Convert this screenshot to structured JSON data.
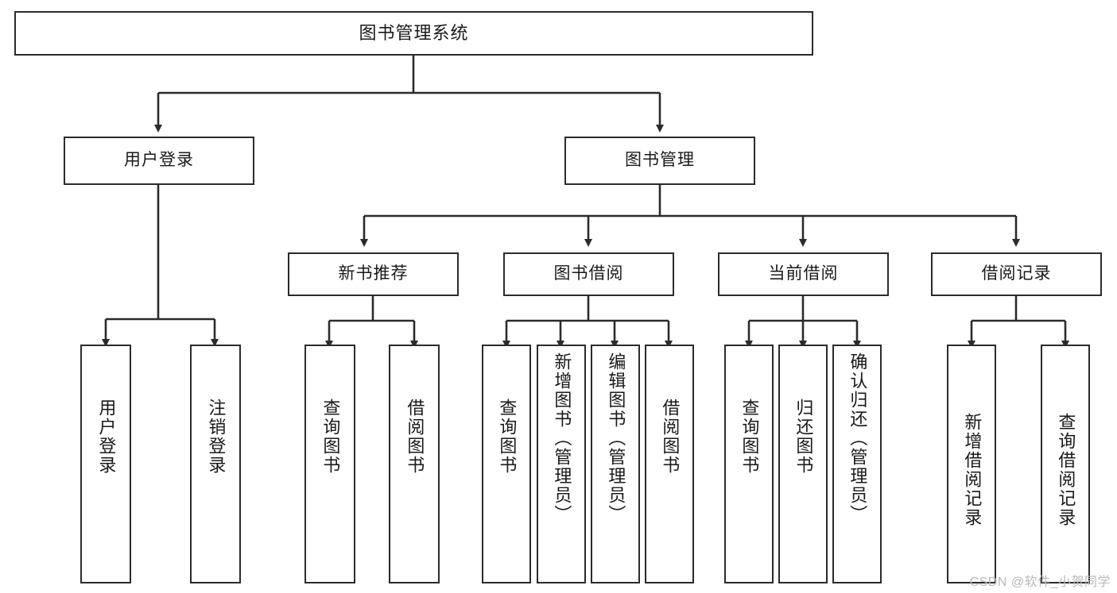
{
  "diagram": {
    "title": "图书管理系统",
    "background_color": "#ffffff",
    "line_color": "#2b2b2b",
    "text_color": "#1a1a1a",
    "watermark": "CSDN @软件_小贺同学"
  },
  "nodes": {
    "root": {
      "label": "图书管理系统"
    },
    "level1": [
      {
        "label": "用户登录"
      },
      {
        "label": "图书管理"
      }
    ],
    "level2": [
      {
        "label": "新书推荐"
      },
      {
        "label": "图书借阅"
      },
      {
        "label": "当前借阅"
      },
      {
        "label": "借阅记录"
      }
    ],
    "leaves": {
      "user_login": [
        {
          "label": "用户登录"
        },
        {
          "label": "注销登录"
        }
      ],
      "new_book": [
        {
          "label": "查询图书"
        },
        {
          "label": "借阅图书"
        }
      ],
      "book_borrow": [
        {
          "label": "查询图书"
        },
        {
          "label": "新增图书（管理员）"
        },
        {
          "label": "编辑图书（管理员）"
        },
        {
          "label": "借阅图书"
        }
      ],
      "current_borrow": [
        {
          "label": "查询图书"
        },
        {
          "label": "归还图书"
        },
        {
          "label": "确认归还（管理员）"
        }
      ],
      "borrow_record": [
        {
          "label": "新增借阅记录"
        },
        {
          "label": "查询借阅记录"
        }
      ]
    }
  }
}
